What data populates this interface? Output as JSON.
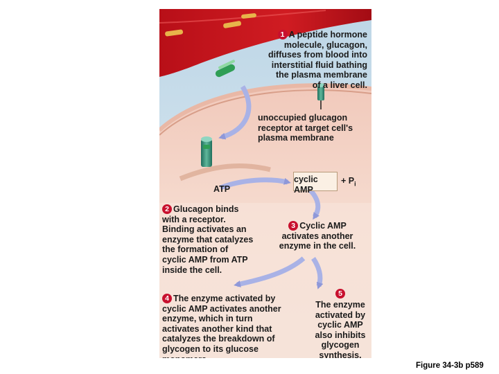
{
  "colors": {
    "blood_vessel": "#c8141e",
    "interstitial_fluid": "#cfe3ee",
    "cytoplasm": "#f3d4c8",
    "arrow": "#a9b2e6",
    "step_marker": "#c8102e"
  },
  "steps": {
    "s1": {
      "number": "1",
      "text": "A peptide hormone\nmolecule, glucagon,\ndiffuses from blood into\ninterstitial fluid bathing\nthe plasma membrane\nof a liver cell."
    },
    "s2": {
      "number": "2",
      "text": "Glucagon binds\nwith a receptor.\nBinding activates an\nenzyme that catalyzes\nthe formation of\ncyclic AMP from ATP\ninside the cell."
    },
    "s3": {
      "number": "3",
      "text": "Cyclic AMP\nactivates another\nenzyme in the cell."
    },
    "s4": {
      "number": "4",
      "text": "The enzyme activated by\ncyclic AMP activates another\nenzyme, which in turn\nactivates another kind that\ncatalyzes the breakdown of\nglycogen to its glucose\nmonomers."
    },
    "s5": {
      "number": "5",
      "text": "The enzyme\nactivated by\ncyclic AMP\nalso inhibits\nglycogen\nsynthesis."
    }
  },
  "labels": {
    "receptor": "unoccupied glucagon\nreceptor at target cell's\nplasma membrane",
    "atp": "ATP",
    "cyclic_amp": "cyclic\nAMP",
    "pi_prefix": "+ P",
    "pi_sub": "i"
  },
  "caption": "Figure 34-3b p589",
  "icons": [
    "glucagon-molecule-icon",
    "receptor-icon",
    "arrow-icon"
  ]
}
